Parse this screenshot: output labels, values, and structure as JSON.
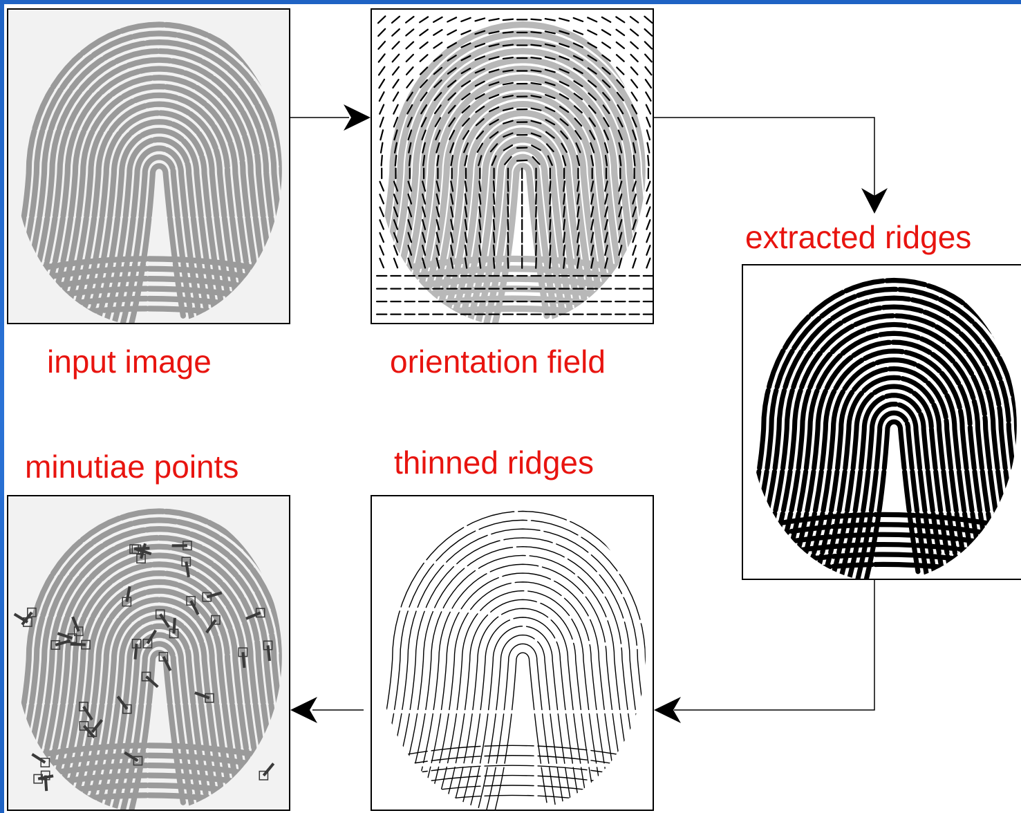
{
  "stages": [
    {
      "id": "input",
      "label": "input image"
    },
    {
      "id": "orientation",
      "label": "orientation field"
    },
    {
      "id": "extracted",
      "label": "extracted ridges"
    },
    {
      "id": "thinned",
      "label": "thinned ridges"
    },
    {
      "id": "minutiae",
      "label": "minutiae points"
    }
  ],
  "colors": {
    "label": "#e8140f",
    "frame": "#1f63c4",
    "ridge_gray": "#9a9a9a",
    "ridge_black": "#000000",
    "minutiae_marker": "#3a3a3a"
  }
}
